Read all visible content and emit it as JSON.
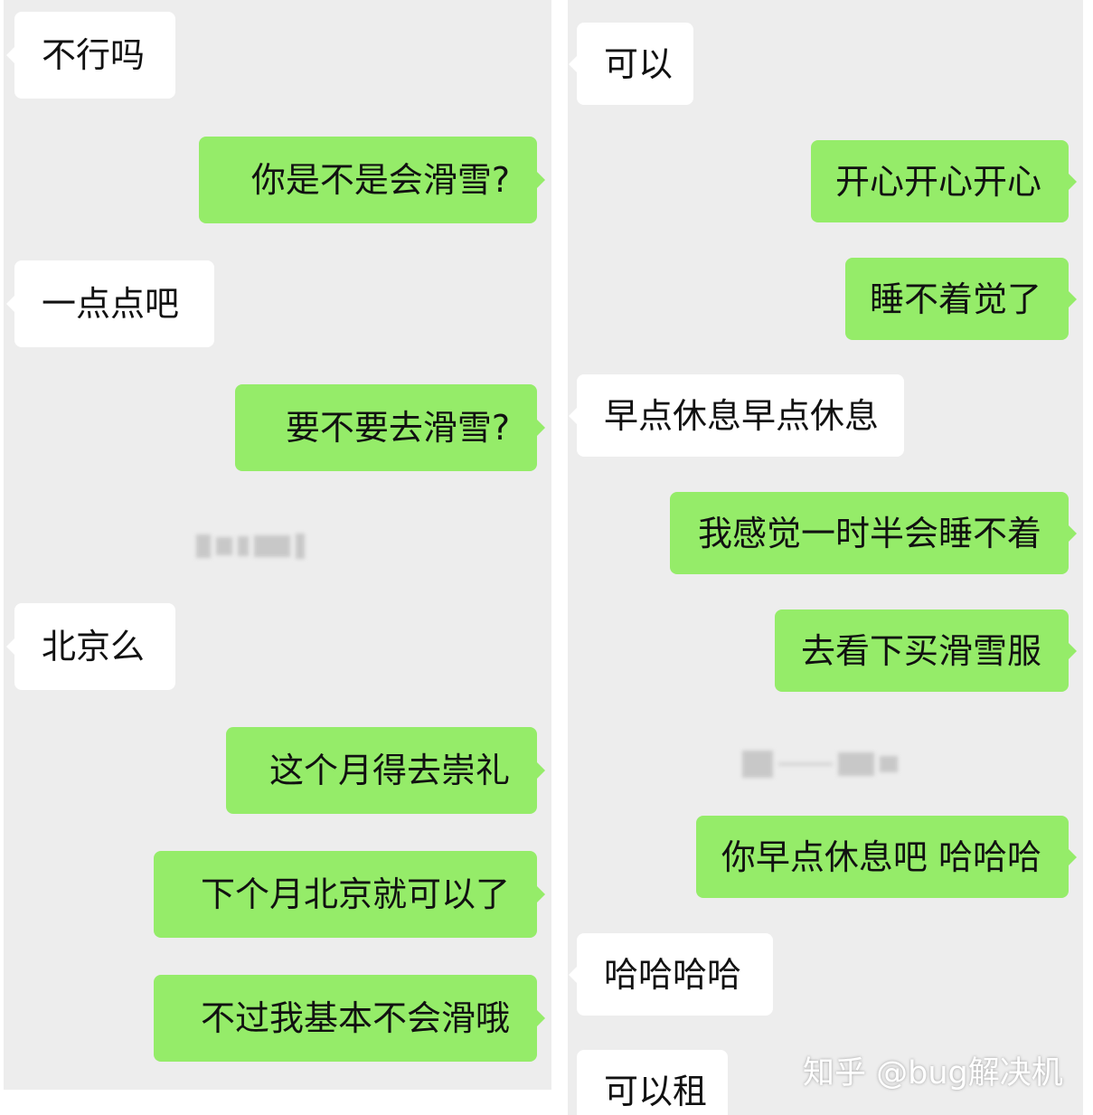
{
  "left_panel": {
    "messages": [
      {
        "side": "in",
        "text": "不行吗"
      },
      {
        "side": "out",
        "text": "你是不是会滑雪?"
      },
      {
        "side": "in",
        "text": "一点点吧"
      },
      {
        "side": "out",
        "text": "要不要去滑雪?"
      },
      {
        "side": "in",
        "text": "北京么"
      },
      {
        "side": "out",
        "text": "这个月得去崇礼"
      },
      {
        "side": "out",
        "text": "下个月北京就可以了"
      },
      {
        "side": "out",
        "text": "不过我基本不会滑哦"
      }
    ]
  },
  "right_panel": {
    "messages": [
      {
        "side": "in",
        "text": "可以"
      },
      {
        "side": "out",
        "text": "开心开心开心"
      },
      {
        "side": "out",
        "text": "睡不着觉了"
      },
      {
        "side": "in",
        "text": "早点休息早点休息"
      },
      {
        "side": "out",
        "text": "我感觉一时半会睡不着"
      },
      {
        "side": "out",
        "text": "去看下买滑雪服"
      },
      {
        "side": "out",
        "text": "你早点休息吧 哈哈哈"
      },
      {
        "side": "in",
        "text": "哈哈哈哈"
      },
      {
        "side": "in",
        "text": "可以租"
      }
    ]
  },
  "watermark": "知乎 @bug解决机",
  "colors": {
    "outgoing_bubble": "#95ec69",
    "incoming_bubble": "#ffffff",
    "chat_background": "#ededed"
  }
}
